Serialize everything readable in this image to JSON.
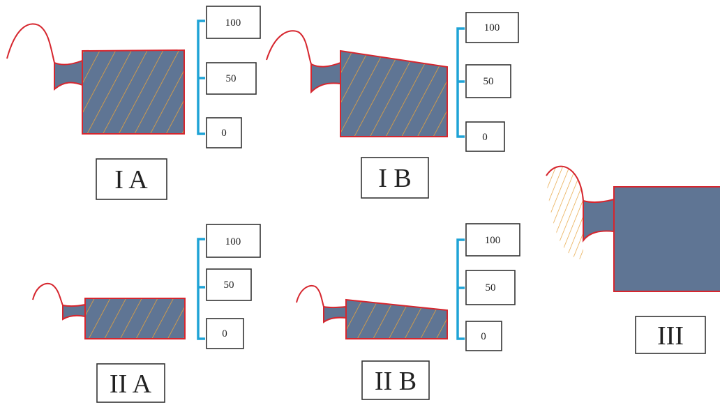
{
  "colors": {
    "block_fill": "#5f7594",
    "outline_red": "#d6262e",
    "hatch_orange": "#e6a23c",
    "bracket_cyan": "#1fa3d6",
    "box_stroke": "#333333"
  },
  "diagrams": [
    {
      "id": "IA",
      "label": "I A",
      "scale": [
        "100",
        "50",
        "0"
      ]
    },
    {
      "id": "IB",
      "label": "I B",
      "scale": [
        "100",
        "50",
        "0"
      ]
    },
    {
      "id": "IIA",
      "label": "II A",
      "scale": [
        "100",
        "50",
        "0"
      ]
    },
    {
      "id": "IIB",
      "label": "II B",
      "scale": [
        "100",
        "50",
        "0"
      ]
    },
    {
      "id": "III",
      "label": "III"
    }
  ]
}
